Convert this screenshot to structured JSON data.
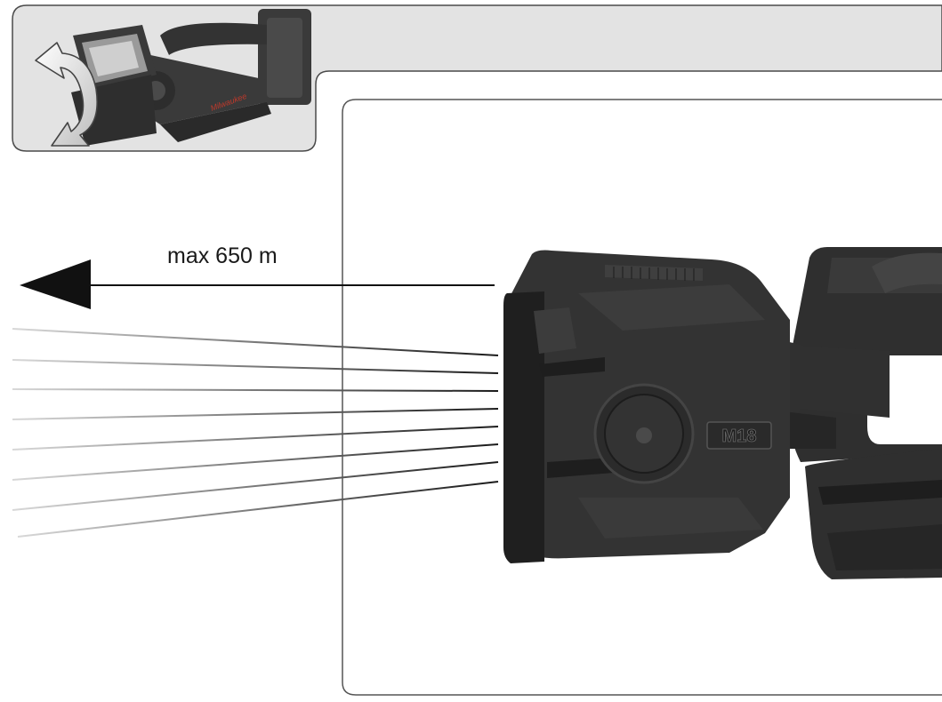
{
  "illustration": {
    "range_label": "max 650 m",
    "brand_mark": "Milwaukee",
    "model_badge": "M18",
    "colors": {
      "panel_fill": "#e3e3e3",
      "panel_stroke": "#4a4a4a",
      "frame_stroke": "#555555",
      "tool_body": "#2f2f2f",
      "tool_shadow": "#1e1e1e",
      "tool_highlight": "#4a4a4a",
      "arrow": "#111111"
    },
    "icons": [
      "rotate-arrow-icon",
      "work-light-thumbnail-icon",
      "range-arrow-icon",
      "light-beam-icon"
    ]
  }
}
